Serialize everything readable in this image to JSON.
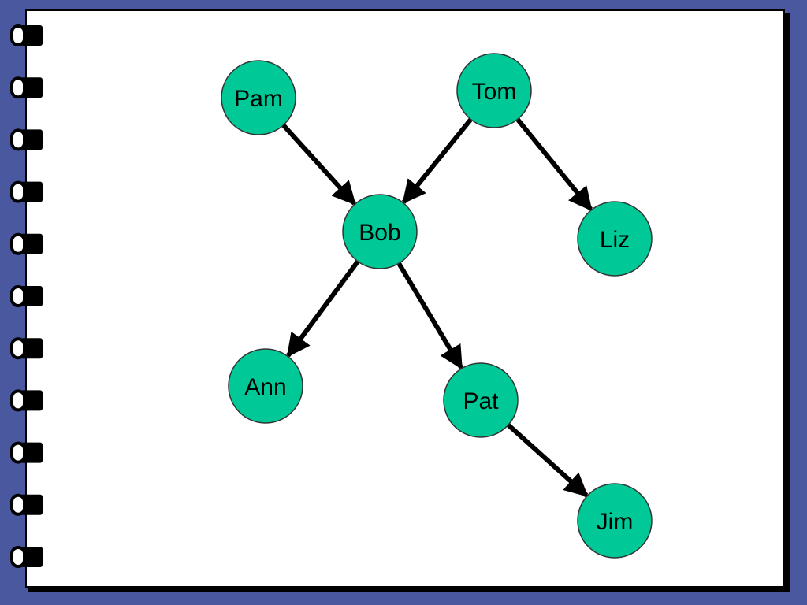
{
  "theme": {
    "background": "#4a58a0",
    "page": "#ffffff",
    "node_fill": "#00c896",
    "node_stroke": "#333333",
    "edge": "#000000",
    "ring": "#000000"
  },
  "binding": {
    "ring_icon": "spiral-ring-icon",
    "ring_count": 11
  },
  "diagram": {
    "type": "family-tree",
    "nodes": [
      {
        "id": "pam",
        "label": "Pam"
      },
      {
        "id": "tom",
        "label": "Tom"
      },
      {
        "id": "bob",
        "label": "Bob"
      },
      {
        "id": "liz",
        "label": "Liz"
      },
      {
        "id": "ann",
        "label": "Ann"
      },
      {
        "id": "pat",
        "label": "Pat"
      },
      {
        "id": "jim",
        "label": "Jim"
      }
    ],
    "edges": [
      {
        "from": "pam",
        "to": "bob"
      },
      {
        "from": "tom",
        "to": "bob"
      },
      {
        "from": "tom",
        "to": "liz"
      },
      {
        "from": "bob",
        "to": "ann"
      },
      {
        "from": "bob",
        "to": "pat"
      },
      {
        "from": "pat",
        "to": "jim"
      }
    ]
  }
}
